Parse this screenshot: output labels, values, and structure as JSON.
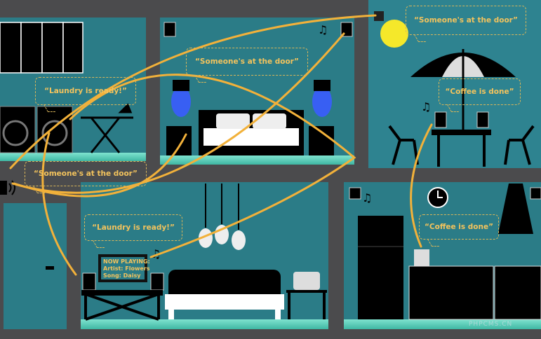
{
  "bubbles": {
    "top_right_door": "“Someone's at the door”",
    "top_right_coffee": "“Coffee is done”",
    "top_mid_door": "“Someone's at the door”",
    "top_left_laundry": "“Laundry is ready!”",
    "left_door": "“Someone's at the door”",
    "living_laundry": "“Laundry is ready!”",
    "kitchen_coffee": "“Coffee is done”"
  },
  "tv": {
    "line1": "NOW PLAYING:",
    "line2": "Artist: Flowers",
    "line3": "Song: Daisy"
  },
  "watermark": "PHPCMS.CN",
  "colors": {
    "room": "#2b7c87",
    "wall": "#4b4b4d",
    "arrow": "#f2b13a",
    "text": "#f3c35d",
    "lamp": "#3a5cff",
    "bulb": "#f5e82a"
  }
}
